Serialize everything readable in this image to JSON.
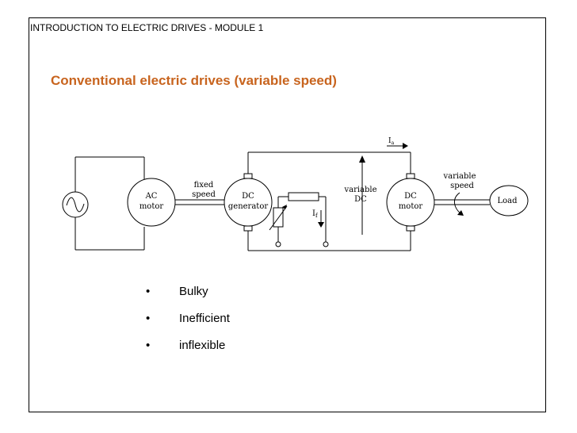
{
  "header": {
    "text": "INTRODUCTION TO ELECTRIC DRIVES - MODULE 1"
  },
  "title": {
    "text": "Conventional electric drives (variable speed)"
  },
  "diagram": {
    "ac_motor": {
      "line1": "AC",
      "line2": "motor"
    },
    "fixed_speed": {
      "line1": "fixed",
      "line2": "speed"
    },
    "dc_generator": {
      "line1": "DC",
      "line2": "generator"
    },
    "field_current": {
      "main": "I",
      "sub": "f"
    },
    "armature_current": {
      "main": "I",
      "sub": "a"
    },
    "variable_dc": {
      "line1": "variable",
      "line2": "DC"
    },
    "dc_motor": {
      "line1": "DC",
      "line2": "motor"
    },
    "variable_speed": {
      "line1": "variable",
      "line2": "speed"
    },
    "load": {
      "label": "Load"
    }
  },
  "bullets": [
    "Bulky",
    "Inefficient",
    "inflexible"
  ]
}
